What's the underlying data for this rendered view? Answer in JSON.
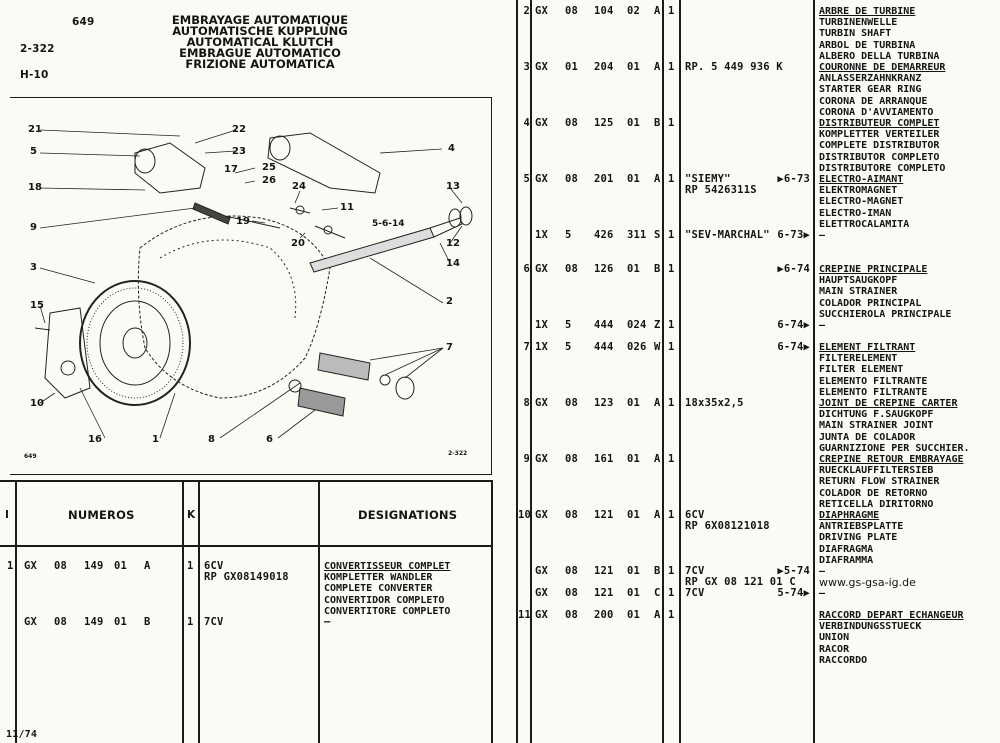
{
  "header": {
    "code": "649",
    "ref1": "2-322",
    "ref2": "H-10",
    "titles": [
      "EMBRAYAGE  AUTOMATIQUE",
      "AUTOMATISCHE KUPPLUNG",
      "AUTOMATICAL KLUTCH",
      "EMBRAGUE AUTOMATICO",
      "FRIZIONE AUTOMATICA"
    ]
  },
  "figure": {
    "code_left": "649",
    "code_right": "2-322",
    "callouts": [
      "21",
      "22",
      "5",
      "23",
      "17",
      "25",
      "26",
      "4",
      "18",
      "24",
      "13",
      "11",
      "9",
      "19",
      "5-6-14",
      "20",
      "12",
      "14",
      "3",
      "2",
      "15",
      "7",
      "10",
      "16",
      "1",
      "8",
      "6"
    ]
  },
  "table_header": {
    "col_i": "I",
    "col_numeros": "NUMEROS",
    "col_k": "K",
    "col_designations": "DESIGNATIONS"
  },
  "left_rows": [
    {
      "item": "1",
      "c1": "GX",
      "c2": "08",
      "c3": "149",
      "c4": "01",
      "c5": "A",
      "qty": "1",
      "ref": [
        "6CV",
        "RP GX08149018"
      ],
      "des": [
        "CONVERTISSEUR COMPLET",
        "KOMPLETTER WANDLER",
        "COMPLETE CONVERTER",
        "CONVERTIDOR COMPLETO",
        "CONVERTITORE COMPLETO"
      ]
    },
    {
      "item": "",
      "c1": "GX",
      "c2": "08",
      "c3": "149",
      "c4": "01",
      "c5": "B",
      "qty": "1",
      "ref": [
        "7CV"
      ],
      "des": [
        "–"
      ]
    }
  ],
  "right_rows": [
    {
      "item": "2",
      "c1": "GX",
      "c2": "08",
      "c3": "104",
      "c4": "02",
      "c5": "A",
      "qty": "1",
      "ref": [],
      "page": "",
      "des": [
        "ARBRE DE TURBINE",
        "TURBINENWELLE",
        "TURBIN SHAFT",
        "ARBOL DE TURBINA",
        "ALBERO DELLA TURBINA"
      ]
    },
    {
      "item": "3",
      "c1": "GX",
      "c2": "01",
      "c3": "204",
      "c4": "01",
      "c5": "A",
      "qty": "1",
      "ref": [
        "RP. 5 449 936 K"
      ],
      "page": "",
      "des": [
        "COURONNE DE DEMARREUR",
        "ANLASSERZAHNKRANZ",
        "STARTER GEAR RING",
        "CORONA DE ARRANQUE",
        "CORONA D'AVVIAMENTO"
      ]
    },
    {
      "item": "4",
      "c1": "GX",
      "c2": "08",
      "c3": "125",
      "c4": "01",
      "c5": "B",
      "qty": "1",
      "ref": [],
      "page": "",
      "des": [
        "DISTRIBUTEUR COMPLET",
        "KOMPLETTER VERTEILER",
        "COMPLETE DISTRIBUTOR",
        "DISTRIBUTOR COMPLETO",
        "DISTRIBUTORE COMPLETO"
      ]
    },
    {
      "item": "5",
      "c1": "GX",
      "c2": "08",
      "c3": "201",
      "c4": "01",
      "c5": "A",
      "qty": "1",
      "ref": [
        "\"SIEMY\"",
        "RP 5426311S"
      ],
      "page": "▶6-73",
      "des": [
        "ELECTRO-AIMANT",
        "ELEKTROMAGNET",
        "ELECTRO-MAGNET",
        "ELECTRO-IMAN",
        "ELETTROCALAMITA"
      ]
    },
    {
      "item": "",
      "c1": "1X",
      "c2": "5",
      "c3": "426",
      "c4": "311",
      "c5": "S",
      "qty": "1",
      "ref": [
        "\"SEV-MARCHAL\""
      ],
      "page": "6-73▶",
      "des": [
        "–"
      ]
    },
    {
      "item": "6",
      "c1": "GX",
      "c2": "08",
      "c3": "126",
      "c4": "01",
      "c5": "B",
      "qty": "1",
      "ref": [],
      "page": "▶6-74",
      "des": [
        "CREPINE PRINCIPALE",
        "HAUPTSAUGKOPF",
        "MAIN STRAINER",
        "COLADOR PRINCIPAL",
        "SUCCHIEROLA PRINCIPALE"
      ]
    },
    {
      "item": "",
      "c1": "1X",
      "c2": "5",
      "c3": "444",
      "c4": "024",
      "c5": "Z",
      "qty": "1",
      "ref": [],
      "page": "6-74▶",
      "des": [
        "–"
      ]
    },
    {
      "item": "7",
      "c1": "1X",
      "c2": "5",
      "c3": "444",
      "c4": "026",
      "c5": "W",
      "qty": "1",
      "ref": [],
      "page": "6-74▶",
      "des": [
        "ELEMENT FILTRANT",
        "FILTERELEMENT",
        "FILTER ELEMENT",
        "ELEMENTO FILTRANTE",
        "ELEMENTO FILTRANTE"
      ]
    },
    {
      "item": "8",
      "c1": "GX",
      "c2": "08",
      "c3": "123",
      "c4": "01",
      "c5": "A",
      "qty": "1",
      "ref": [
        "18x35x2,5"
      ],
      "page": "",
      "des": [
        "JOINT DE CREPINE CARTER",
        "DICHTUNG F.SAUGKOPF",
        "MAIN STRAINER JOINT",
        "JUNTA DE COLADOR",
        "GUARNIZIONE PER SUCCHIER."
      ]
    },
    {
      "item": "9",
      "c1": "GX",
      "c2": "08",
      "c3": "161",
      "c4": "01",
      "c5": "A",
      "qty": "1",
      "ref": [],
      "page": "",
      "des": [
        "CREPINE RETOUR EMBRAYAGE",
        "RUECKLAUFFILTERSIEB",
        "RETURN FLOW STRAINER",
        "COLADOR DE RETORNO",
        "RETICELLA DIRITORNO"
      ]
    },
    {
      "item": "10",
      "c1": "GX",
      "c2": "08",
      "c3": "121",
      "c4": "01",
      "c5": "A",
      "qty": "1",
      "ref": [
        "6CV",
        "RP 6X08121018"
      ],
      "page": "",
      "des": [
        "DIAPHRAGME",
        "ANTRIEBSPLATTE",
        "DRIVING PLATE",
        "DIAFRAGMA",
        "DIAFRAMMA"
      ]
    },
    {
      "item": "",
      "c1": "GX",
      "c2": "08",
      "c3": "121",
      "c4": "01",
      "c5": "B",
      "qty": "1",
      "ref": [
        "7CV",
        "RP GX  08 121 01 C"
      ],
      "page": "▶5-74",
      "des": [
        "–",
        "www.gs-gsa-ig.de"
      ]
    },
    {
      "item": "",
      "c1": "GX",
      "c2": "08",
      "c3": "121",
      "c4": "01",
      "c5": "C",
      "qty": "1",
      "ref": [
        "7CV"
      ],
      "page": "5-74▶",
      "des": [
        "–"
      ]
    },
    {
      "item": "11",
      "c1": "GX",
      "c2": "08",
      "c3": "200",
      "c4": "01",
      "c5": "A",
      "qty": "1",
      "ref": [],
      "page": "",
      "des": [
        "RACCORD DEPART ECHANGEUR",
        "VERBINDUNGSSTUECK",
        "UNION",
        "RACOR",
        "RACCORDO"
      ]
    }
  ],
  "footer": {
    "page": "11/74"
  }
}
